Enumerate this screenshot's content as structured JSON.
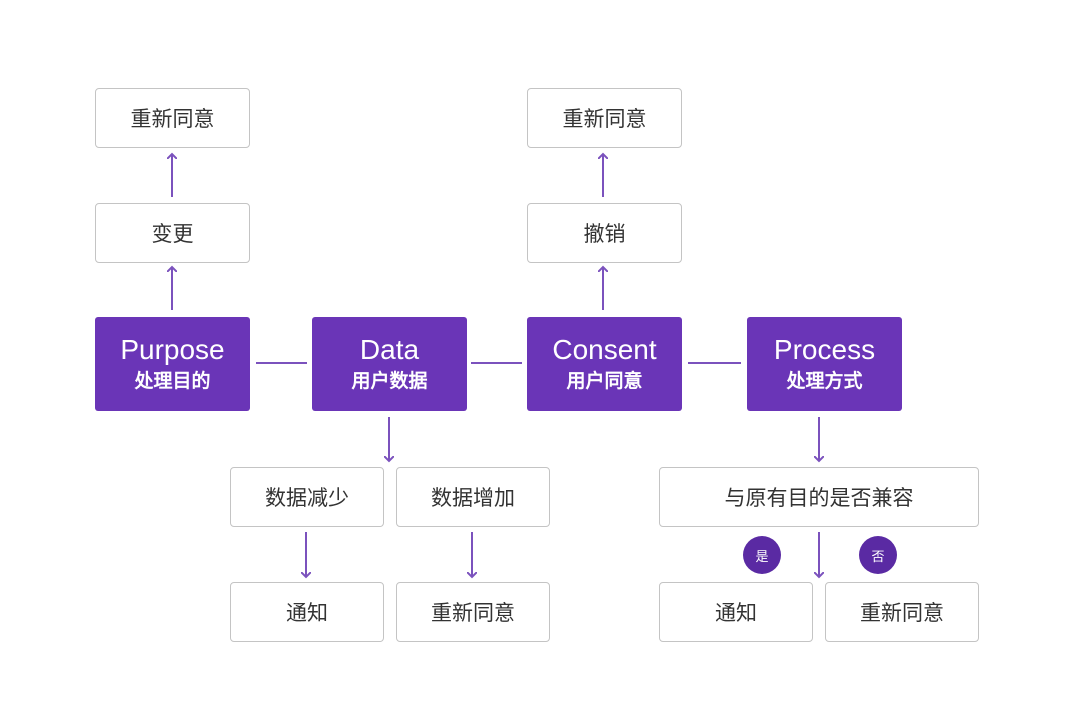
{
  "colors": {
    "primary": "#6a35b7",
    "badge": "#5a2aa3",
    "connector": "#7b52bd",
    "box_border": "#c4c4c4"
  },
  "nodes": {
    "purpose": {
      "en": "Purpose",
      "zh": "处理目的"
    },
    "data": {
      "en": "Data",
      "zh": "用户数据"
    },
    "consent": {
      "en": "Consent",
      "zh": "用户同意"
    },
    "process": {
      "en": "Process",
      "zh": "处理方式"
    }
  },
  "purpose_branch": {
    "change": "变更",
    "reconsent": "重新同意"
  },
  "consent_branch": {
    "revoke": "撤销",
    "reconsent": "重新同意"
  },
  "data_branch": {
    "reduce": "数据减少",
    "increase": "数据增加",
    "notify": "通知",
    "reconsent": "重新同意"
  },
  "process_branch": {
    "compatible": "与原有目的是否兼容",
    "yes": "是",
    "no": "否",
    "notify": "通知",
    "reconsent": "重新同意"
  }
}
